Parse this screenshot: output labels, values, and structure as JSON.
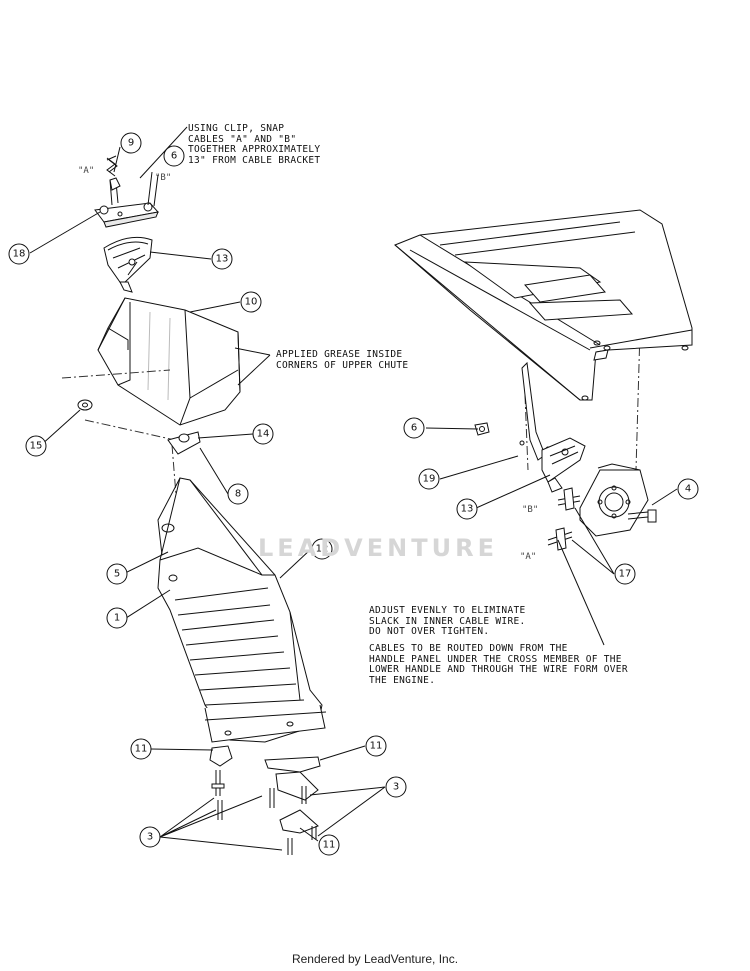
{
  "notes": {
    "clip": "USING CLIP, SNAP\nCABLES \"A\" AND \"B\"\nTOGETHER APPROXIMATELY\n13\" FROM CABLE BRACKET",
    "grease": "APPLIED GREASE INSIDE\nCORNERS OF UPPER CHUTE",
    "adjust": "ADJUST EVENLY TO ELIMINATE\nSLACK IN INNER CABLE WIRE.\nDO NOT OVER TIGHTEN.",
    "route": "CABLES TO BE ROUTED DOWN FROM THE\nHANDLE PANEL UNDER THE CROSS MEMBER OF THE\nLOWER HANDLE AND THROUGH THE WIRE FORM OVER\nTHE ENGINE."
  },
  "cable_labels": [
    "\"A\"",
    "\"B\"",
    "\"B\"",
    "\"A\""
  ],
  "callouts": [
    "9",
    "6",
    "18",
    "13",
    "10",
    "15",
    "14",
    "8",
    "5",
    "12",
    "1",
    "11",
    "11",
    "3",
    "3",
    "11",
    "6",
    "19",
    "13",
    "4",
    "17"
  ],
  "watermark": "LEADVENTURE",
  "footer": "Rendered by LeadVenture, Inc."
}
